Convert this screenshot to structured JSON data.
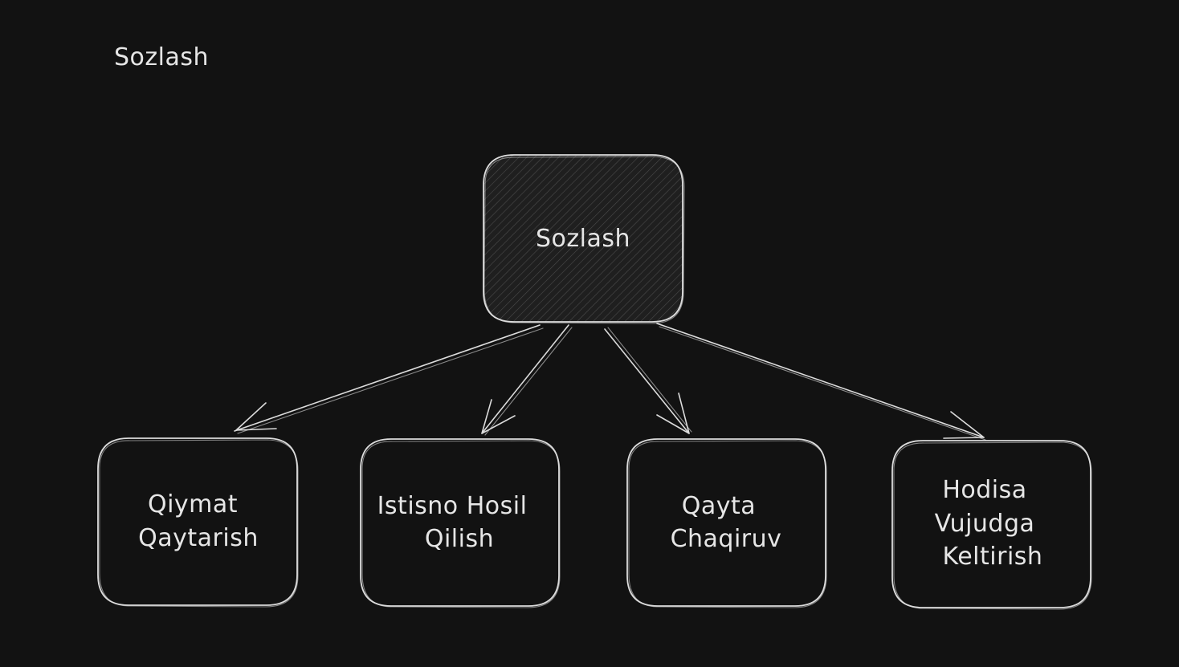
{
  "title": "Sozlash",
  "root": {
    "lines": [
      "Sozlash"
    ]
  },
  "children": [
    {
      "id": "qiymat",
      "lines": [
        "Qiymat",
        "Qaytarish"
      ]
    },
    {
      "id": "istisno",
      "lines": [
        "Istisno Hosil",
        "Qilish"
      ]
    },
    {
      "id": "qayta",
      "lines": [
        "Qayta",
        "Chaqiruv"
      ]
    },
    {
      "id": "hodisa",
      "lines": [
        "Hodisa",
        "Vujudga",
        "Keltirish"
      ]
    }
  ],
  "colors": {
    "background": "#121212",
    "stroke": "#dcdcdc",
    "text": "#e6e6e6",
    "root_fill": "#2b2b2b"
  }
}
